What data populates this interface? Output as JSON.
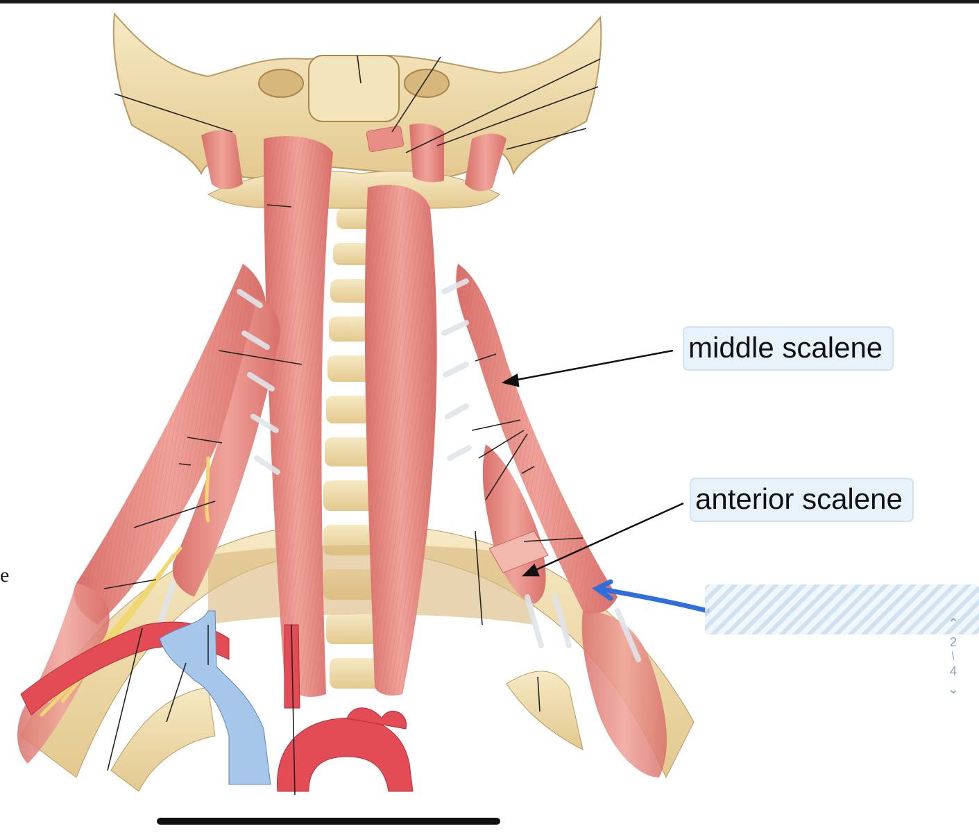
{
  "labels": {
    "middle": "middle scalene",
    "anterior": "anterior scalene",
    "stray_letter": "e"
  },
  "pager": {
    "current": "2",
    "separator": "/",
    "total": "4",
    "up_icon": "chevron-up-icon",
    "down_icon": "chevron-down-icon"
  },
  "colors": {
    "muscle": "#e0857c",
    "bone": "#efdcae",
    "artery": "#e34b55",
    "vein": "#9dbfe6",
    "annotation_arrow": "#2f6fdc",
    "hidden_box": "#c7dcee"
  }
}
